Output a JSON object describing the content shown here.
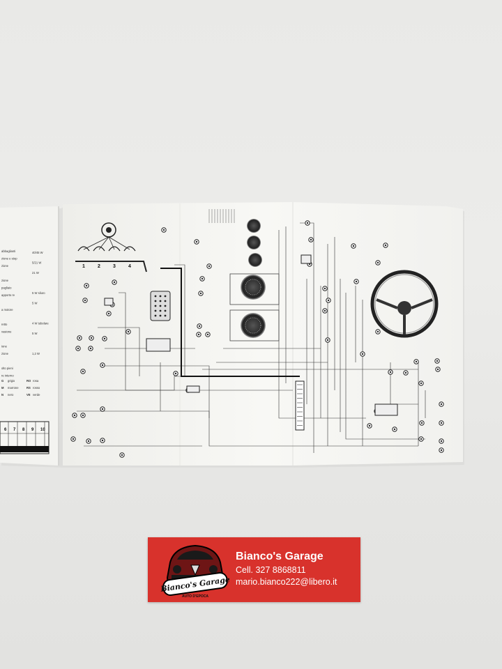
{
  "photo": {
    "subject": "Wiring diagram sheet",
    "colors": {
      "background": "#e9e9e7",
      "paper": "#f6f6f3",
      "ink": "#2a2a2a",
      "card": "#d8322c",
      "card_text": "#ffffff"
    }
  },
  "wiring_sheet": {
    "legend_lines": [
      "abbaglianti",
      "zione e stop",
      "zione",
      "",
      "zione",
      "pagliaio",
      "apporto re",
      "",
      "a motore",
      "",
      "retto",
      "vasione",
      "",
      "ione",
      "zione",
      "",
      "olto pieni",
      "re interno"
    ],
    "legend_values": [
      "40/45 W",
      "5/21 W",
      "21 W",
      "",
      "5 W siluro",
      "5 W",
      "",
      "4 W tubolare",
      "5 W",
      "",
      "1,2 W"
    ],
    "color_codes": [
      {
        "code": "G",
        "label": "grigio"
      },
      {
        "code": "M",
        "label": "marrone"
      },
      {
        "code": "N",
        "label": "nero"
      },
      {
        "code": "RO",
        "label": "rosa"
      },
      {
        "code": "RS",
        "label": "rosso"
      },
      {
        "code": "VE",
        "label": "verde"
      }
    ],
    "fuse_numbers": [
      "6",
      "7",
      "8",
      "9",
      "10"
    ],
    "engine_cylinders": [
      "1",
      "2",
      "3",
      "4"
    ]
  },
  "business_card": {
    "name": "Bianco's Garage",
    "phone": "Cell. 327 8868811",
    "email": "mario.bianco222@libero.it",
    "logo_text": "Bianco's Garage",
    "logo_subtitle": "AUTO D'EPOCA"
  }
}
